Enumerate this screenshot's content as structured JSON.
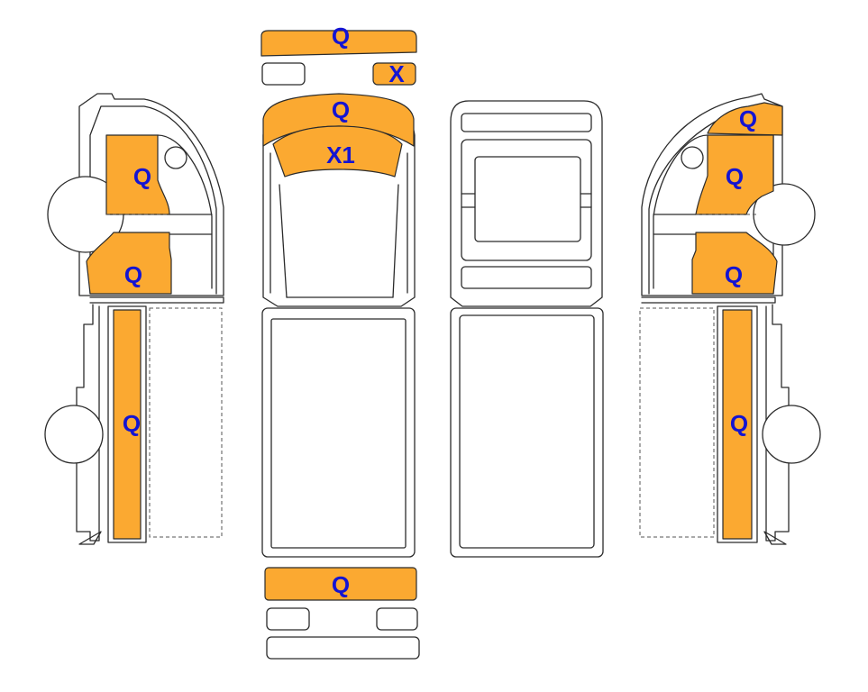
{
  "colors": {
    "highlight": "#fba931",
    "label": "#1414d2",
    "outline": "#2b2b2b"
  },
  "labels": {
    "front_bumper": "Q",
    "front_small_right": "X",
    "hood": "Q",
    "windshield": "X1",
    "rear_bumper": "Q",
    "left_roof": "Q",
    "left_lower_cab": "Q",
    "left_side_bed": "Q",
    "right_roof": "Q",
    "right_upper_cab": "Q",
    "right_lower_cab": "Q",
    "right_side_bed": "Q"
  }
}
